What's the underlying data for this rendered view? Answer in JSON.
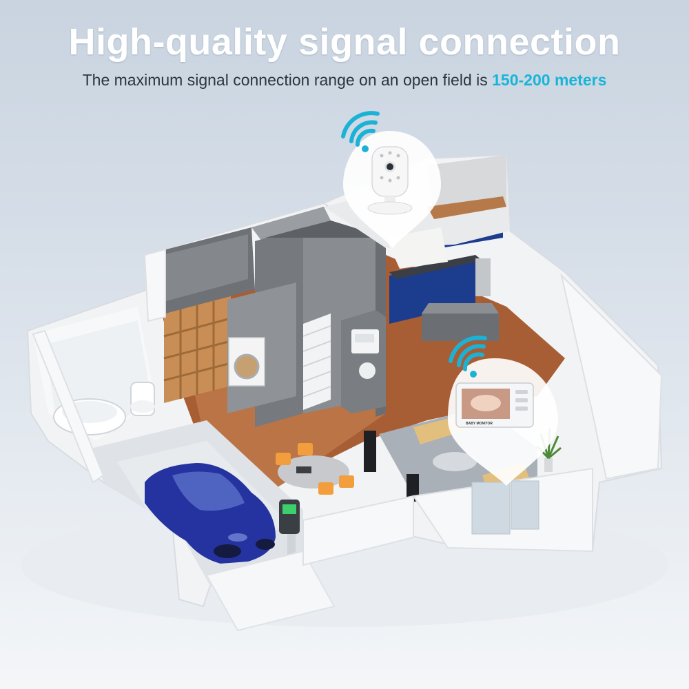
{
  "header": {
    "title": "High-quality signal connection",
    "subtitle_prefix": "The maximum signal connection range on an open field is ",
    "subtitle_highlight": "150-200 meters"
  },
  "colors": {
    "accent": "#19b5d8",
    "wifi_icon": "#1cb2d6",
    "floor_wood": "#b5683a",
    "kitchen_cabinet": "#1c3c8e",
    "car": "#2433a0"
  },
  "devices": {
    "camera": {
      "icon": "baby-camera"
    },
    "monitor": {
      "icon": "baby-monitor",
      "label": "BABY MONITOR"
    }
  },
  "icons": [
    "wifi-signal-icon",
    "location-pin-icon"
  ]
}
